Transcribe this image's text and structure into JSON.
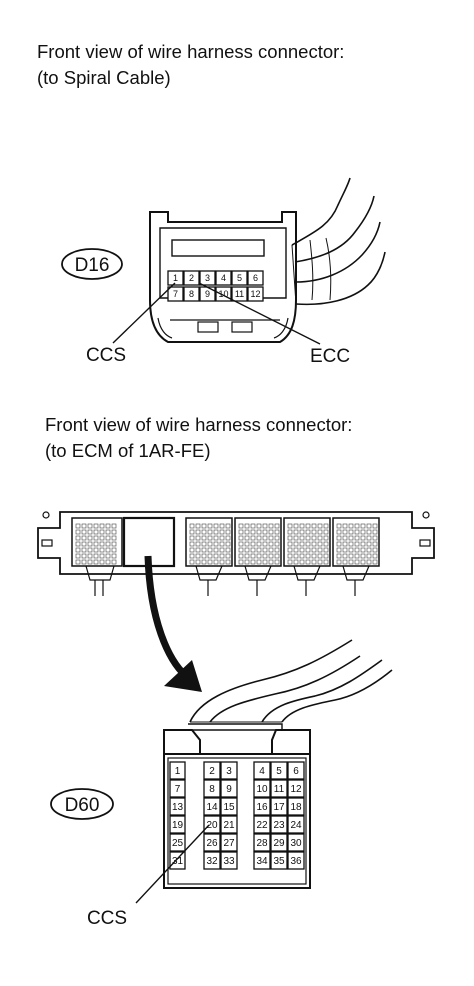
{
  "section1": {
    "caption_line1": "Front view of wire harness connector:",
    "caption_line2": "(to Spiral Cable)",
    "connector_id": "D16",
    "pins": [
      "1",
      "2",
      "3",
      "4",
      "5",
      "6",
      "7",
      "8",
      "9",
      "10",
      "11",
      "12"
    ],
    "callouts": {
      "left": "CCS",
      "right": "ECC"
    }
  },
  "section2": {
    "caption_line1": "Front view of wire harness connector:",
    "caption_line2": "(to ECM of 1AR-FE)",
    "connector_id": "D60",
    "pin_groups": [
      [
        "1",
        "7",
        "13",
        "19",
        "25",
        "31"
      ],
      [
        "2",
        "3",
        "8",
        "9",
        "14",
        "15",
        "20",
        "21",
        "26",
        "27",
        "32",
        "33"
      ],
      [
        "4",
        "5",
        "6",
        "10",
        "11",
        "12",
        "16",
        "17",
        "18",
        "22",
        "23",
        "24",
        "28",
        "29",
        "30",
        "34",
        "35",
        "36"
      ]
    ],
    "callout": "CCS"
  }
}
